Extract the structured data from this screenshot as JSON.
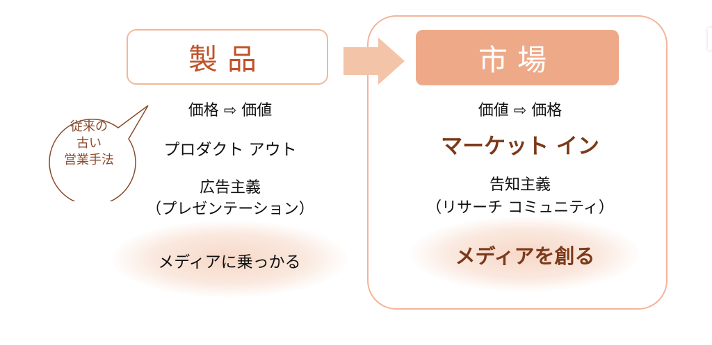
{
  "product": {
    "title": "製品",
    "price_value": "価格 ⇨ 価値",
    "approach": "プロダクト アウト",
    "ad": "広告主義",
    "ad_sub": "（プレゼンテーション）",
    "media": "メディアに乗っかる"
  },
  "market": {
    "title": "市場",
    "value_price": "価値 ⇨ 価格",
    "approach": "マーケット イン",
    "notice": "告知主義",
    "notice_sub": "（リサーチ コミュニティ）",
    "media": "メディアを創る"
  },
  "bubble": {
    "line1": "従来の",
    "line2": "古い",
    "line3": "営業手法"
  },
  "colors": {
    "accent": "#c0532a",
    "market_fill": "#eeaa88",
    "arrow": "#f4c4a8",
    "brown": "#7a3a1a"
  }
}
